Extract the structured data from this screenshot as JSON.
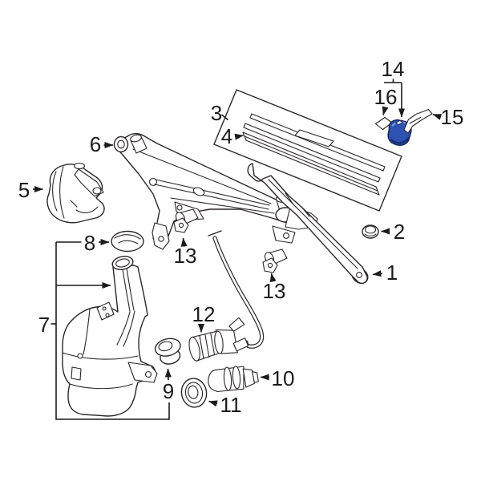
{
  "colors": {
    "background": "#ffffff",
    "line": "#2b2728",
    "highlight": "#2e52b2",
    "highlight_shade": "#16306f",
    "highlight_light": "#8aa4e2",
    "highlight_notch": "#dfe7f7"
  },
  "callouts": [
    {
      "label": "1"
    },
    {
      "label": "2"
    },
    {
      "label": "3"
    },
    {
      "label": "4"
    },
    {
      "label": "5"
    },
    {
      "label": "6"
    },
    {
      "label": "7"
    },
    {
      "label": "8"
    },
    {
      "label": "9"
    },
    {
      "label": "10"
    },
    {
      "label": "11"
    },
    {
      "label": "12"
    },
    {
      "label": "13"
    },
    {
      "label": "13"
    },
    {
      "label": "14"
    },
    {
      "label": "15"
    },
    {
      "label": "16"
    }
  ]
}
